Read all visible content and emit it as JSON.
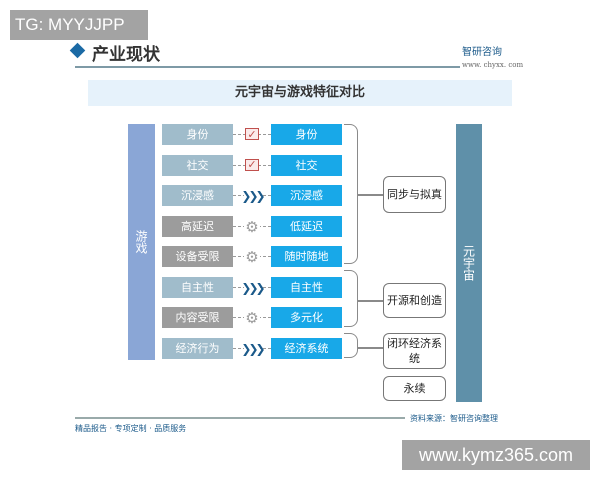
{
  "overlay_top": "TG: MYYJJPP",
  "overlay_bottom": "www.kymz365.com",
  "header": {
    "title": "产业现状",
    "logo": "智研咨询",
    "url": "www. chyxx. com"
  },
  "diagram": {
    "title": "元宇宙与游戏特征对比",
    "left_label": "游戏",
    "right_label": "元宇宙",
    "rows": [
      {
        "game": "身份",
        "metaverse": "身份",
        "relation": "check-icon",
        "game_style": "light"
      },
      {
        "game": "社交",
        "metaverse": "社交",
        "relation": "check-icon",
        "game_style": "light"
      },
      {
        "game": "沉浸感",
        "metaverse": "沉浸感",
        "relation": "chevrons-icon",
        "game_style": "light"
      },
      {
        "game": "高延迟",
        "metaverse": "低延迟",
        "relation": "gear-icon",
        "game_style": "grey"
      },
      {
        "game": "设备受限",
        "metaverse": "随时随地",
        "relation": "gear-icon",
        "game_style": "grey"
      },
      {
        "game": "自主性",
        "metaverse": "自主性",
        "relation": "chevrons-icon",
        "game_style": "light"
      },
      {
        "game": "内容受限",
        "metaverse": "多元化",
        "relation": "gear-icon",
        "game_style": "grey"
      },
      {
        "game": "经济行为",
        "metaverse": "经济系统",
        "relation": "chevrons-icon",
        "game_style": "light"
      }
    ],
    "groups": [
      "同步与拟真",
      "开源和创造",
      "闭环经济系统",
      "永续"
    ],
    "colors": {
      "game_bar": "#8aa6d6",
      "metaverse_bar": "#5f90a9",
      "metaverse_box": "#18a8e8",
      "game_light": "#a0bccb",
      "game_grey": "#9c9c9c"
    }
  },
  "footer": {
    "slogan": "精品报告 · 专项定制 · 品质服务",
    "source": "资料来源：智研咨询整理"
  }
}
